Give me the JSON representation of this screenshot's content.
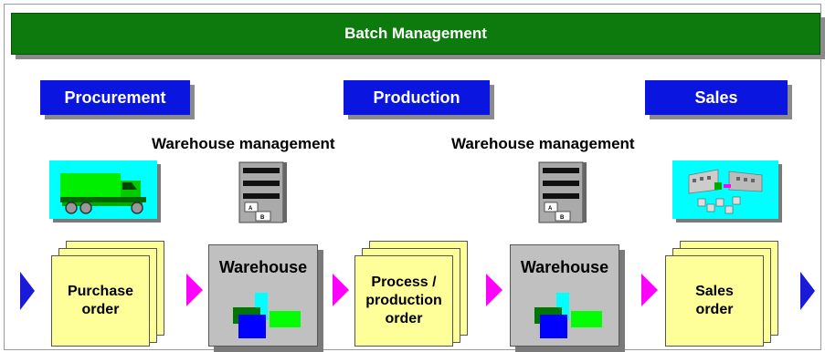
{
  "banner": {
    "title": "Batch Management"
  },
  "stages": {
    "procurement": "Procurement",
    "production": "Production",
    "sales": "Sales"
  },
  "warehouse_management": {
    "left": "Warehouse management",
    "right": "Warehouse management"
  },
  "flow": {
    "purchase_order": [
      "Purchase",
      "order"
    ],
    "warehouse_left": "Warehouse",
    "process_order": [
      "Process /",
      "production",
      "order"
    ],
    "warehouse_right": "Warehouse",
    "sales_order": [
      "Sales",
      "order"
    ]
  },
  "shelf_labels": {
    "a": "A",
    "b": "B"
  },
  "colors": {
    "banner_green": "#0c7a0c",
    "stage_blue": "#0a16e0",
    "document_yellow": "#ffff99",
    "warehouse_gray": "#c0c0c0",
    "arrow_blue": "#1a1ad8",
    "arrow_magenta": "#ff00ff",
    "icon_cyan": "#00ffff"
  },
  "icons": [
    "truck-icon",
    "shelf-icon",
    "factory-icon",
    "arrow-icon",
    "blocks-icon"
  ]
}
